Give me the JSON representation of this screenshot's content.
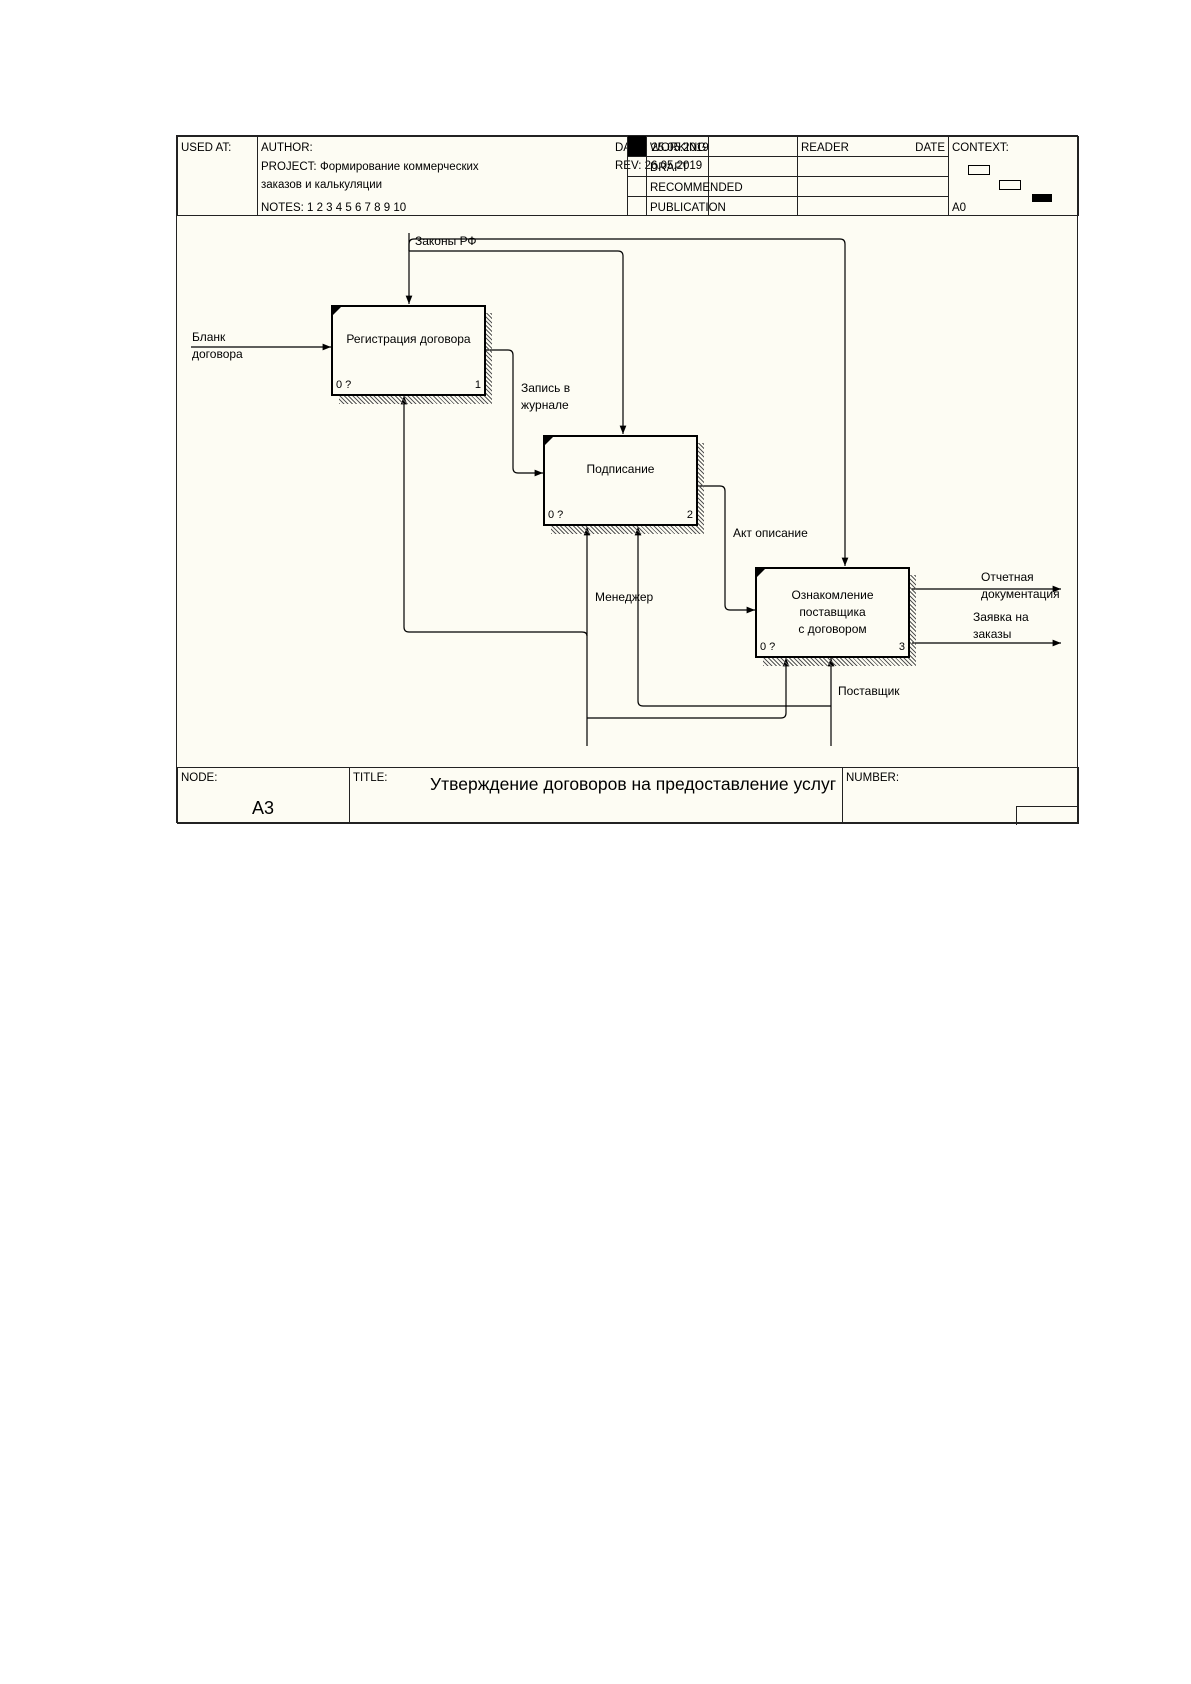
{
  "header": {
    "used_at_label": "USED AT:",
    "author_label": "AUTHOR:",
    "project_label": "PROJECT:",
    "project_line1": "Формирование коммерческих",
    "project_line2": "заказов и калькуляции",
    "notes": "NOTES:  1  2  3  4  5  6  7  8  9  10",
    "date": "DATE:  25.05.2019",
    "rev": "REV:    26.05.2019",
    "status": [
      "WORKING",
      "DRAFT",
      "RECOMMENDED",
      "PUBLICATION"
    ],
    "reader_label": "READER",
    "date_label": "DATE",
    "context_label": "CONTEXT:",
    "context_node": "A0"
  },
  "boxes": [
    {
      "name": "Регистрация договора",
      "cost": "0 ?",
      "number": "1"
    },
    {
      "name": "Подписание",
      "cost": "0 ?",
      "number": "2"
    },
    {
      "name": "Ознакомление поставщика\nс договором",
      "cost": "0 ?",
      "number": "3"
    }
  ],
  "arrows": {
    "zakony": "Законы РФ",
    "blank": "Бланк\nдоговора",
    "zapis": "Запись в\nжурнале",
    "akt": "Акт описание",
    "menedzher": "Менеджер",
    "postavshik": "Поставщик",
    "otchet": "Отчетная\nдокументация",
    "zayavka": "Заявка на\nзаказы"
  },
  "footer": {
    "node_label": "NODE:",
    "node": "A3",
    "title_label": "TITLE:",
    "title": "Утверждение договоров на предоставление  услуг",
    "number_label": "NUMBER:"
  }
}
